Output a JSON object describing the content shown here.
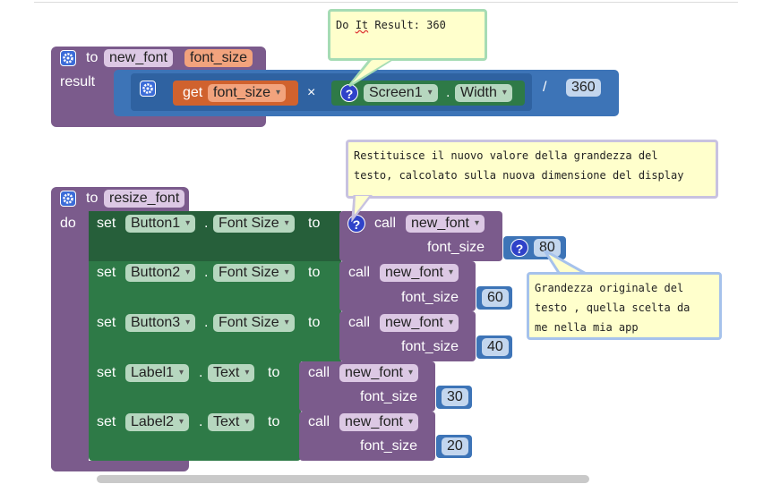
{
  "proc1": {
    "to_label": "to",
    "name": "new_font",
    "param": "font_size",
    "result_label": "result",
    "get_label": "get",
    "get_var": "font_size",
    "times_op": "×",
    "component": "Screen1",
    "property": "Width",
    "divide_op": "/",
    "divisor": "360"
  },
  "do_it_comment": {
    "prefix": "Do ",
    "underlined": "It",
    "suffix": " Result: 360"
  },
  "proc2": {
    "to_label": "to",
    "name": "resize_font",
    "do_label": "do"
  },
  "set_rows": [
    {
      "set": "set",
      "component": "Button1",
      "property": "Font Size",
      "to": "to",
      "call": "call",
      "proc": "new_font",
      "arg": "font_size",
      "value": "80"
    },
    {
      "set": "set",
      "component": "Button2",
      "property": "Font Size",
      "to": "to",
      "call": "call",
      "proc": "new_font",
      "arg": "font_size",
      "value": "60"
    },
    {
      "set": "set",
      "component": "Button3",
      "property": "Font Size",
      "to": "to",
      "call": "call",
      "proc": "new_font",
      "arg": "font_size",
      "value": "40"
    },
    {
      "set": "set",
      "component": "Label1",
      "property": "Text",
      "to": "to",
      "call": "call",
      "proc": "new_font",
      "arg": "font_size",
      "value": "30"
    },
    {
      "set": "set",
      "component": "Label2",
      "property": "Text",
      "to": "to",
      "call": "call",
      "proc": "new_font",
      "arg": "font_size",
      "value": "20"
    }
  ],
  "comment_purple": {
    "line1": "Restituisce il nuovo valore della grandezza del",
    "line2": "testo, calcolato sulla nuova dimensione del display"
  },
  "comment_blue": {
    "line1": "Grandezza originale del",
    "line2": "testo , quella scelta da",
    "line3": "me nella mia app"
  },
  "icons": {
    "gear": "gear-icon",
    "question": "?",
    "dropdown": "▾"
  },
  "colors": {
    "procedure": "#7b5b8c",
    "math": "#3d74b7",
    "variable": "#d0622e",
    "component": "#2e7a47",
    "comment_bg": "#ffffcc"
  }
}
